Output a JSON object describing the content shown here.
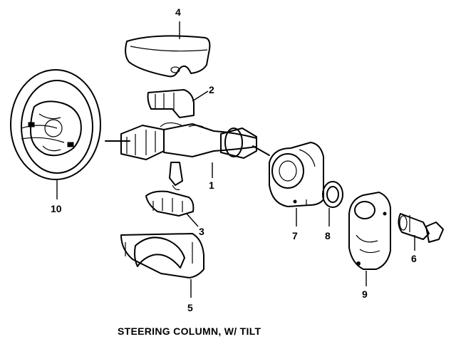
{
  "caption": "STEERING COLUMN, W/ TILT",
  "callouts": [
    "1",
    "2",
    "3",
    "4",
    "5",
    "6",
    "7",
    "8",
    "9",
    "10"
  ],
  "parts": [
    {
      "id": "column",
      "callout": "1"
    },
    {
      "id": "upper-shroud-insert",
      "callout": "2"
    },
    {
      "id": "lower-shroud-insert",
      "callout": "3"
    },
    {
      "id": "upper-shroud",
      "callout": "4"
    },
    {
      "id": "lower-shroud",
      "callout": "5"
    },
    {
      "id": "shaft-coupling",
      "callout": "6"
    },
    {
      "id": "boot",
      "callout": "7"
    },
    {
      "id": "bearing",
      "callout": "8"
    },
    {
      "id": "dash-seal-plate",
      "callout": "9"
    },
    {
      "id": "steering-wheel",
      "callout": "10"
    }
  ]
}
